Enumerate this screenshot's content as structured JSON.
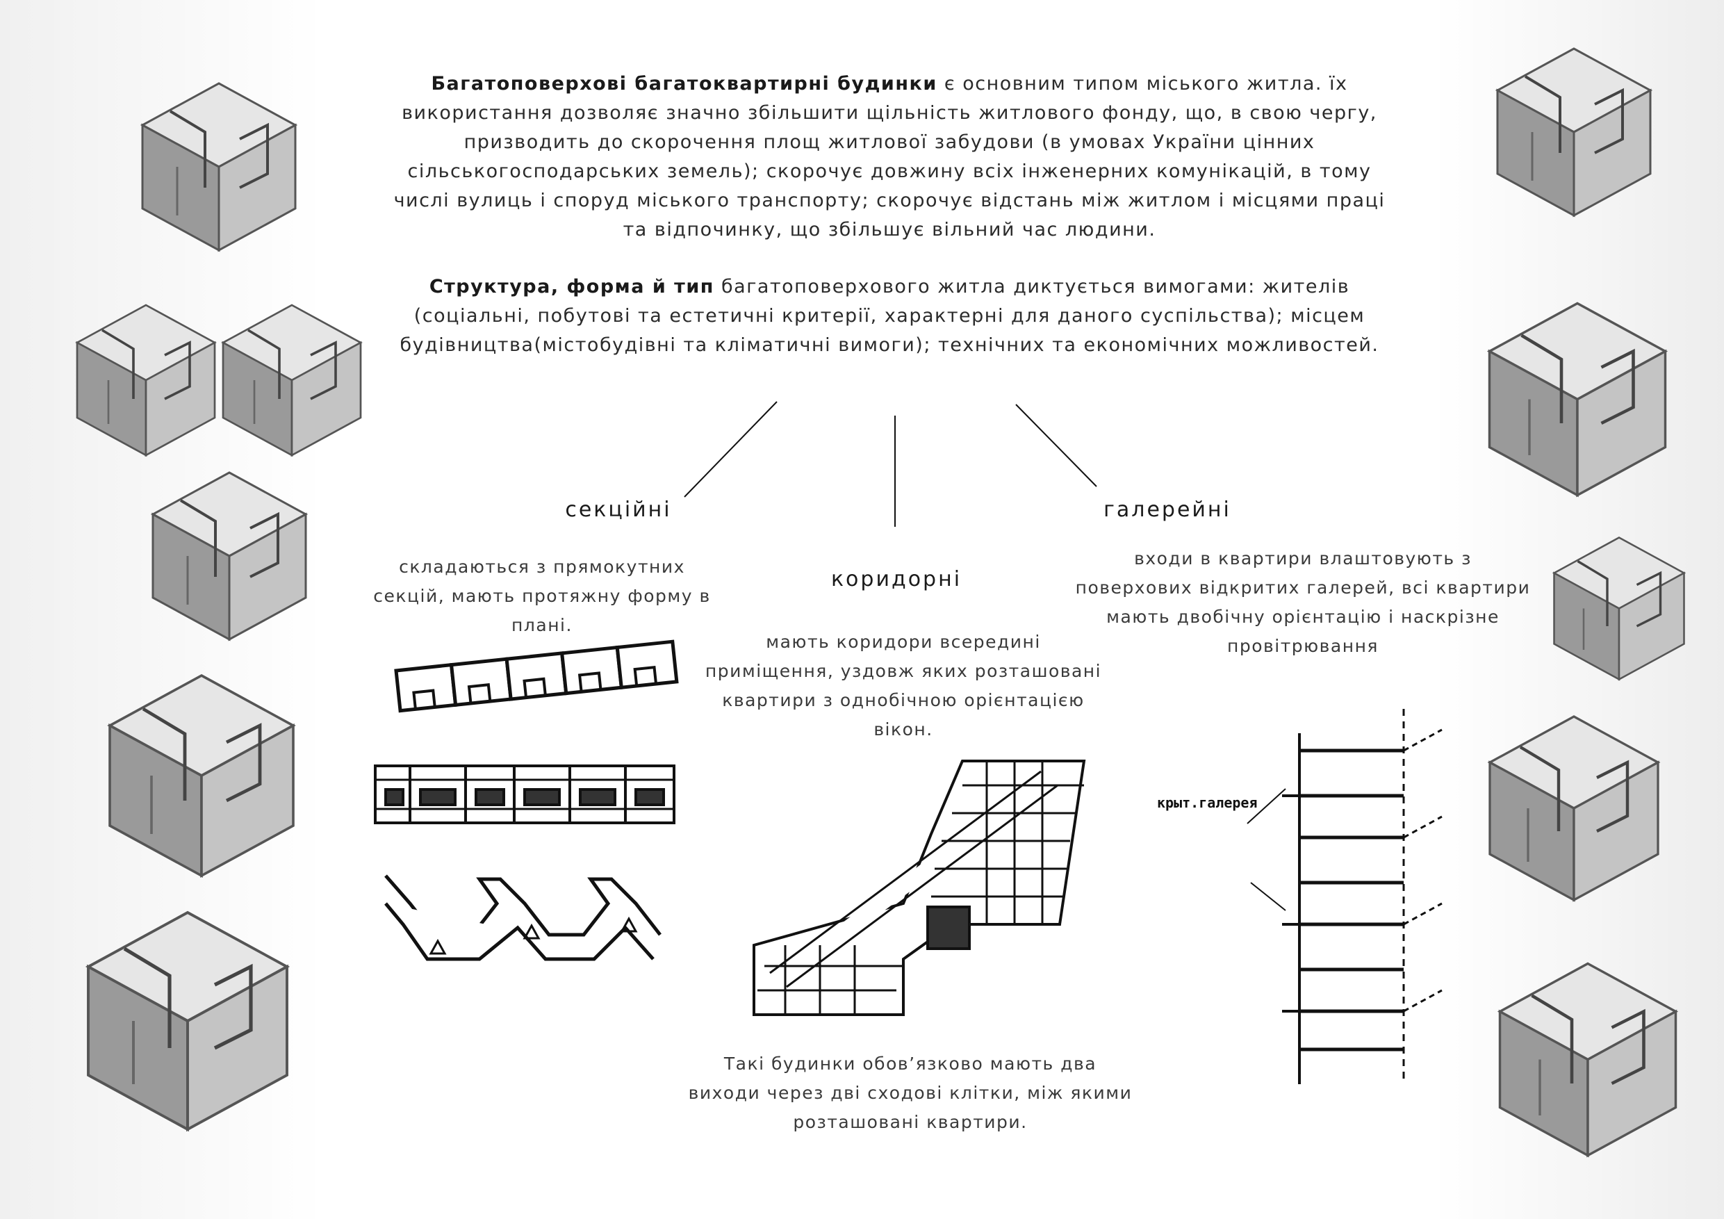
{
  "intro": {
    "bold": "Багатоповерхові багатоквартирні будинки",
    "text": " є основним типом міського житла. їх використання дозволяє значно збільшити щільність житлового фонду, що, в свою чергу, призводить до скорочення площ житлової забудови (в умовах України цінних сільськогосподарських земель); скорочує довжину всіх інженерних комунікацій, в тому числі вулиць і споруд міського транспорту; скорочує відстань між житлом і місцями праці та відпочинку, що збільшує вільний час людини."
  },
  "structure": {
    "bold": "Структура, форма й тип",
    "text": " багатоповерхового житла диктується вимогами: жителів (соціальні, побутові та естетичні критерії, характерні для даного суспільства); місцем будівництва(містобудівні та кліматичні вимоги); технічних та економічних можливостей."
  },
  "types": {
    "sectional": {
      "title": "секційні",
      "desc": "складаються з прямокутних секцій, мають протяжну форму в плані."
    },
    "corridor": {
      "title": "коридорні",
      "desc": "мають коридори всередині приміщення, уздовж яких розташовані квартири з однобічною орієнтацією вікон.",
      "note": "Такі будинки обов’язково мають два виходи через дві сходові клітки, між якими розташовані квартири."
    },
    "gallery": {
      "title": "галерейні",
      "desc": "входи в квартири влаштовують з поверхових відкритих галерей, всі квартири мають двобічну орієнтацію і наскрізне провітрювання",
      "drawing_label": "крыт.галерея"
    }
  },
  "colors": {
    "text": "#2b2b2b",
    "line": "#111111",
    "sketch": "#555555"
  }
}
